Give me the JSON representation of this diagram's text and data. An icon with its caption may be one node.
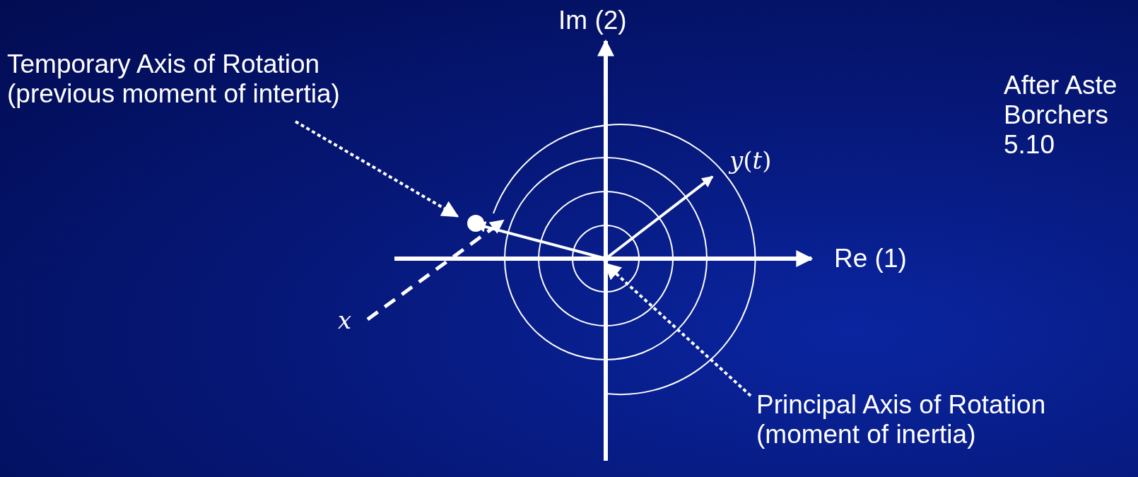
{
  "diagram": {
    "nodes": [
      {
        "text": [
          "Temporary Axis of Rotation (previous moment of intertia)"
        ]
      },
      {
        "text": [],
        "shape": "circle"
      },
      {
        "text": [
          "Principal Axis of Rotation (moment of inertia)"
        ]
      },
      {
        "text": [],
        "shape": "point"
      }
    ],
    "edges": [
      {
        "from": 0,
        "to": 1,
        "arrow": "to",
        "style": "dashed"
      },
      {
        "from": 3,
        "to": 1,
        "arrow": "to"
      },
      {
        "from": 2,
        "to": 3,
        "arrow": "to",
        "style": "dashed"
      }
    ],
    "labels": [
      "Im (2)",
      "After Aste Borchers 5.10",
      "*y*(*t*)",
      "Re (1)",
      "*x*"
    ]
  }
}
